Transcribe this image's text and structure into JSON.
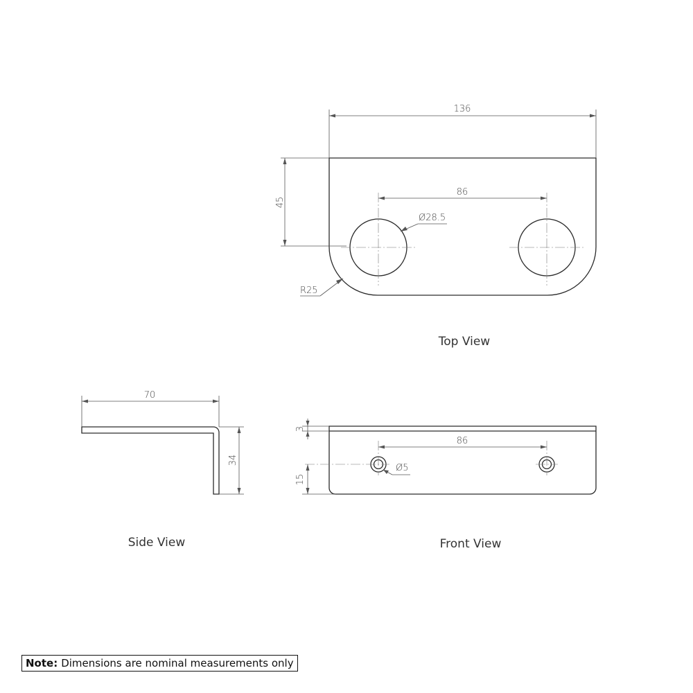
{
  "top_view": {
    "label": "Top View",
    "dims": {
      "length": "136",
      "width": "45",
      "hole_spacing": "86",
      "hole_diameter": "Ø28.5",
      "corner_radius": "R25"
    }
  },
  "side_view": {
    "label": "Side View",
    "dims": {
      "length": "70",
      "height": "34"
    }
  },
  "front_view": {
    "label": "Front View",
    "dims": {
      "thickness": "3",
      "hole_spacing": "86",
      "hole_diameter": "Ø5",
      "hole_height": "15"
    }
  },
  "note": {
    "label": "Note:",
    "text": "Dimensions are nominal measurements only"
  },
  "colors": {
    "line": "#2a2a2a",
    "dimension": "#555555",
    "note_border": "#111111"
  }
}
